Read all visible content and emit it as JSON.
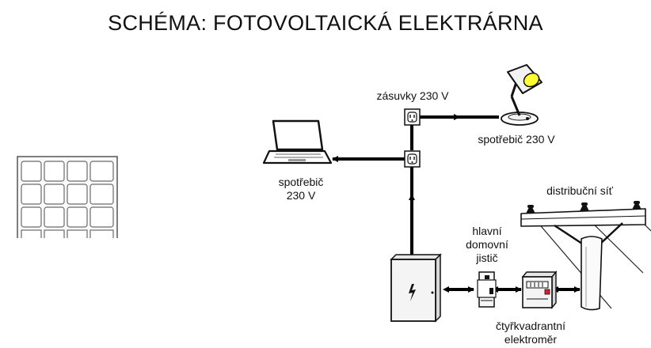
{
  "title": "SCHÉMA: FOTOVOLTAICKÁ ELEKTRÁRNA",
  "labels": {
    "outlets": "zásuvky 230 V",
    "appliance_lamp": "spotřebič 230 V",
    "appliance_laptop_line1": "spotřebič",
    "appliance_laptop_line2": "230 V",
    "grid": "distribuční síť",
    "breaker_line1": "hlavní",
    "breaker_line2": "domovní",
    "breaker_line3": "jistič",
    "meter_line1": "čtyřkvadrantní",
    "meter_line2": "elektroměr"
  },
  "colors": {
    "wire": "#000000",
    "lamp_bulb": "#ffff33",
    "meter_indicator": "#e0202a",
    "equipment_fill": "#f2f2f2"
  }
}
